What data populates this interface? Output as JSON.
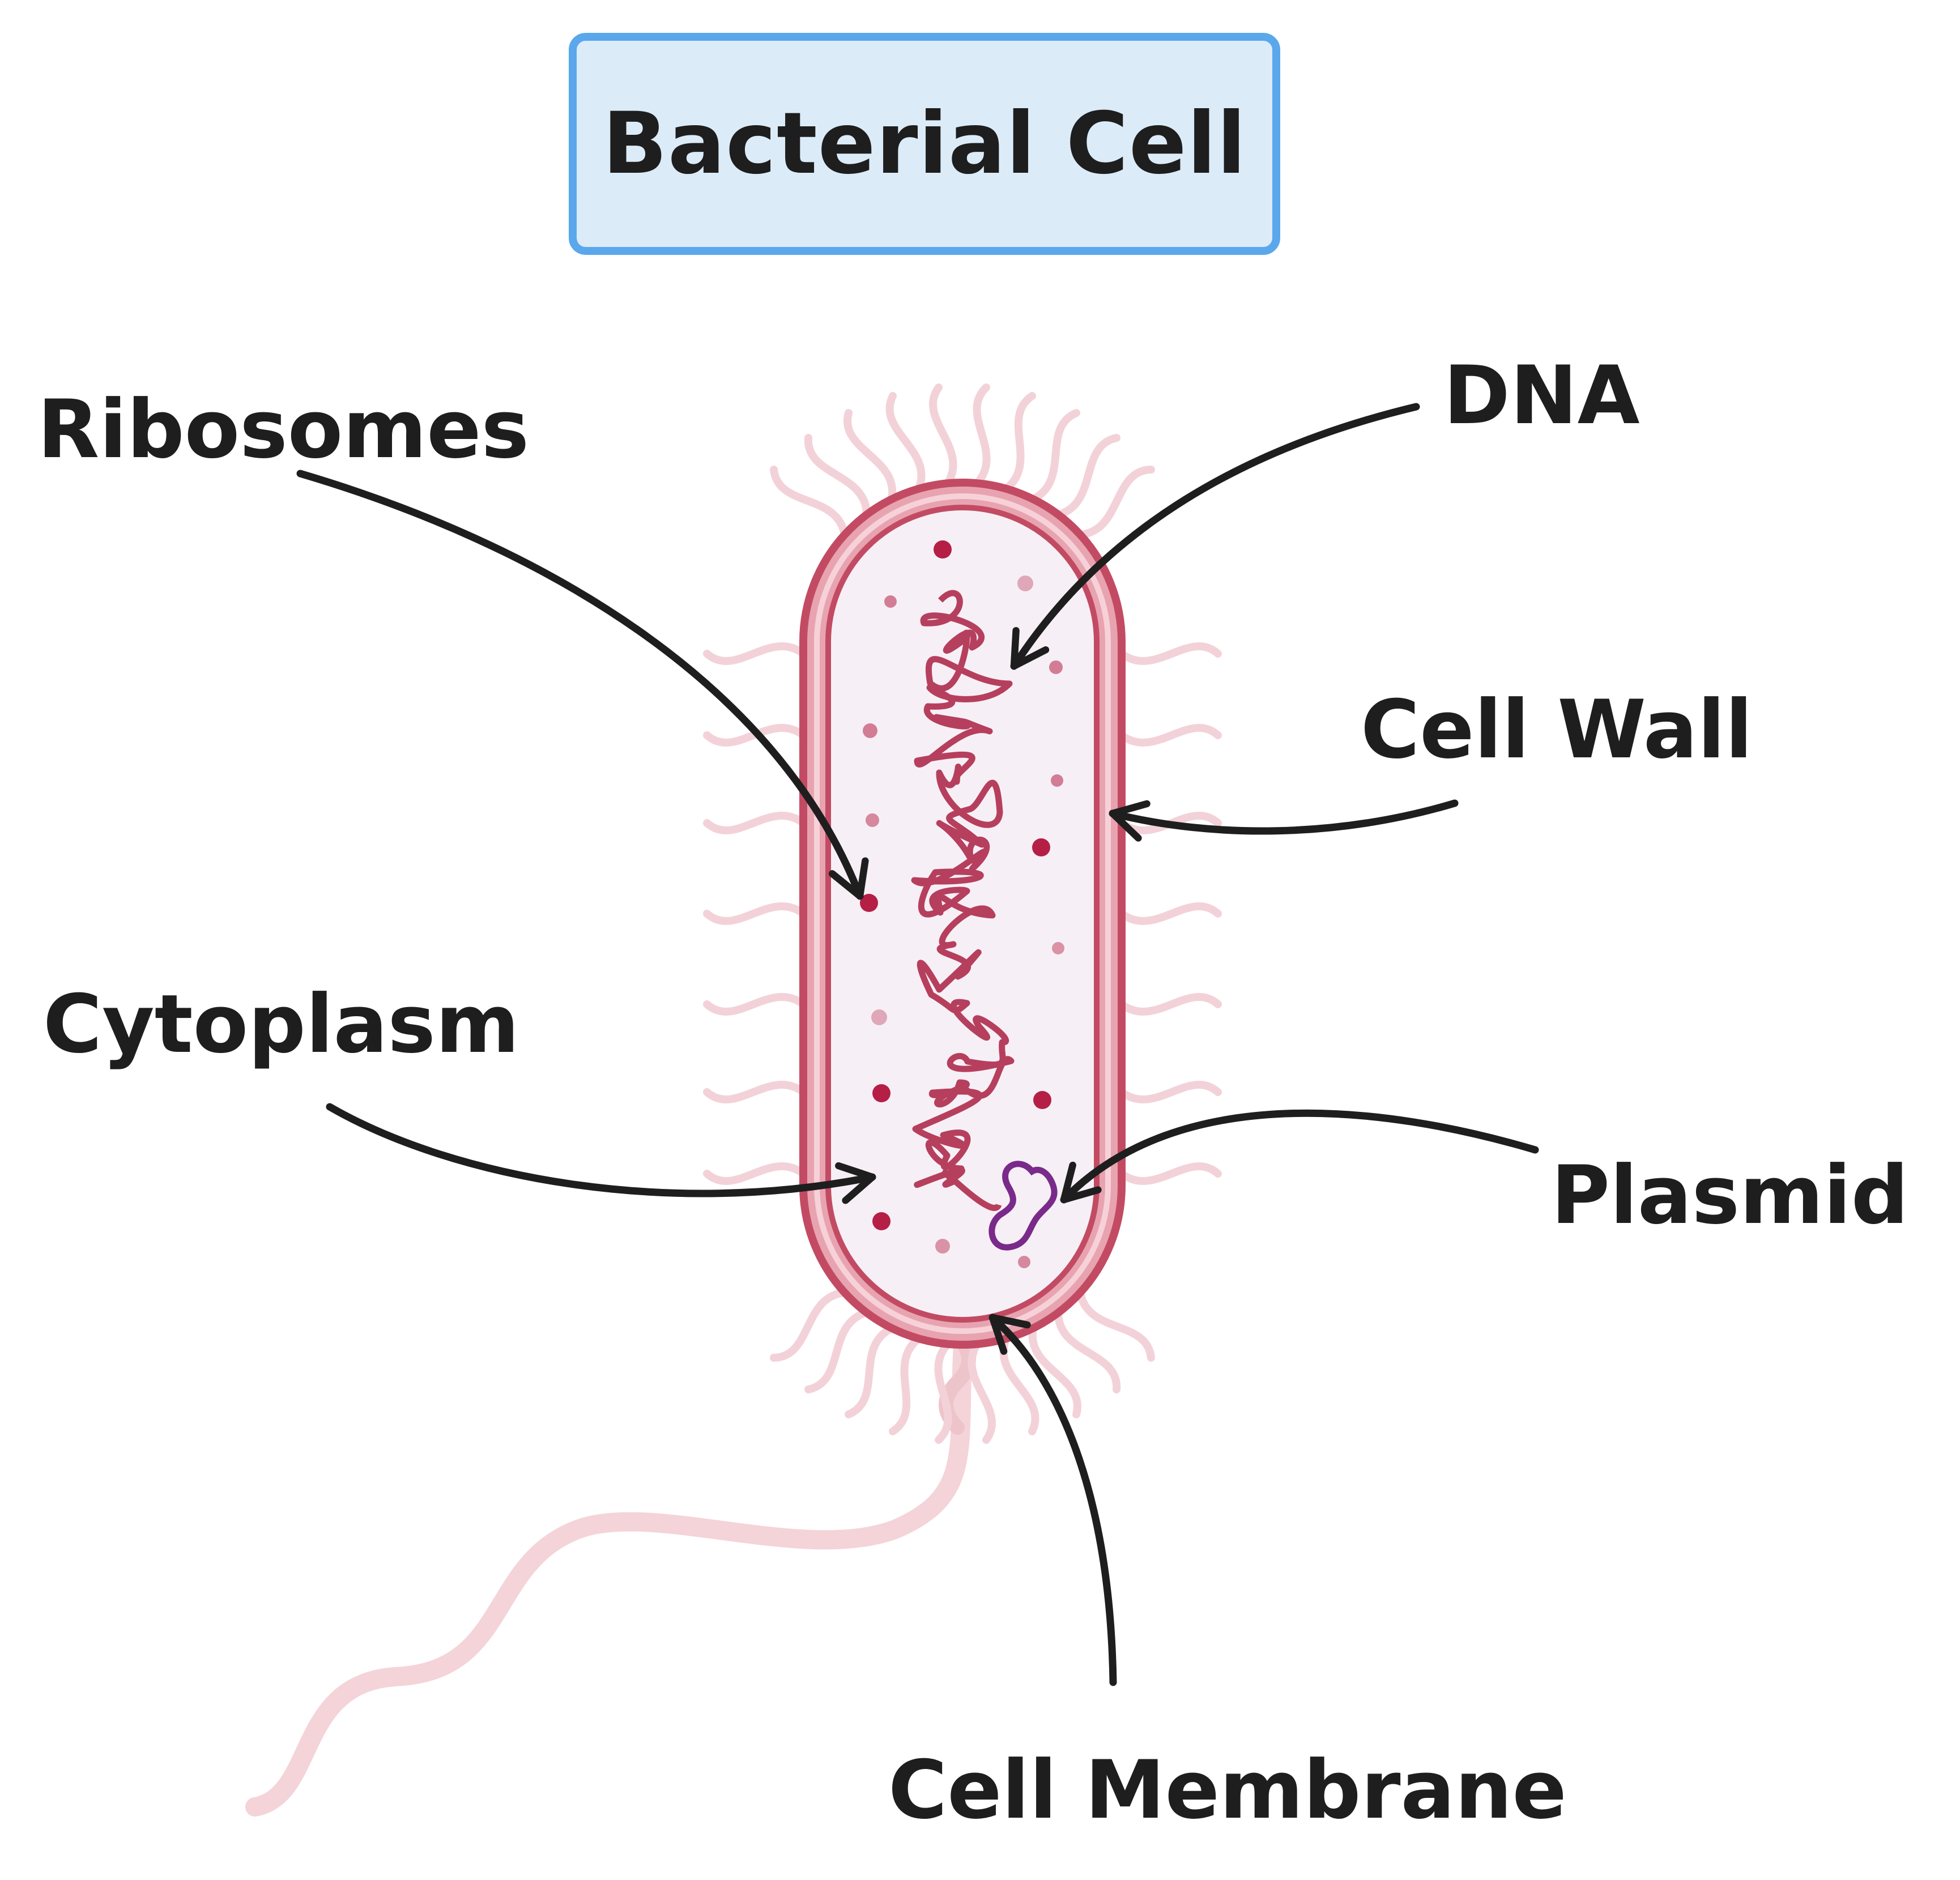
{
  "title": "Bacterial Cell",
  "labels": {
    "ribosomes": "Ribosomes",
    "dna": "DNA",
    "cell_wall": "Cell Wall",
    "cytoplasm": "Cytoplasm",
    "plasmid": "Plasmid",
    "cell_membrane": "Cell Membrane"
  },
  "colors": {
    "title_fill": "#dcebf8",
    "title_border": "#5aa7ec",
    "cell_wall": "#c24b63",
    "membrane": "#e58a9b",
    "cytoplasm": "#f6f0f6",
    "dna": "#b03050",
    "ribosome": "#b51f45",
    "plasmid": "#7a2a8a",
    "pili": "#f0c8cf",
    "arrow": "#1e1e1e"
  }
}
